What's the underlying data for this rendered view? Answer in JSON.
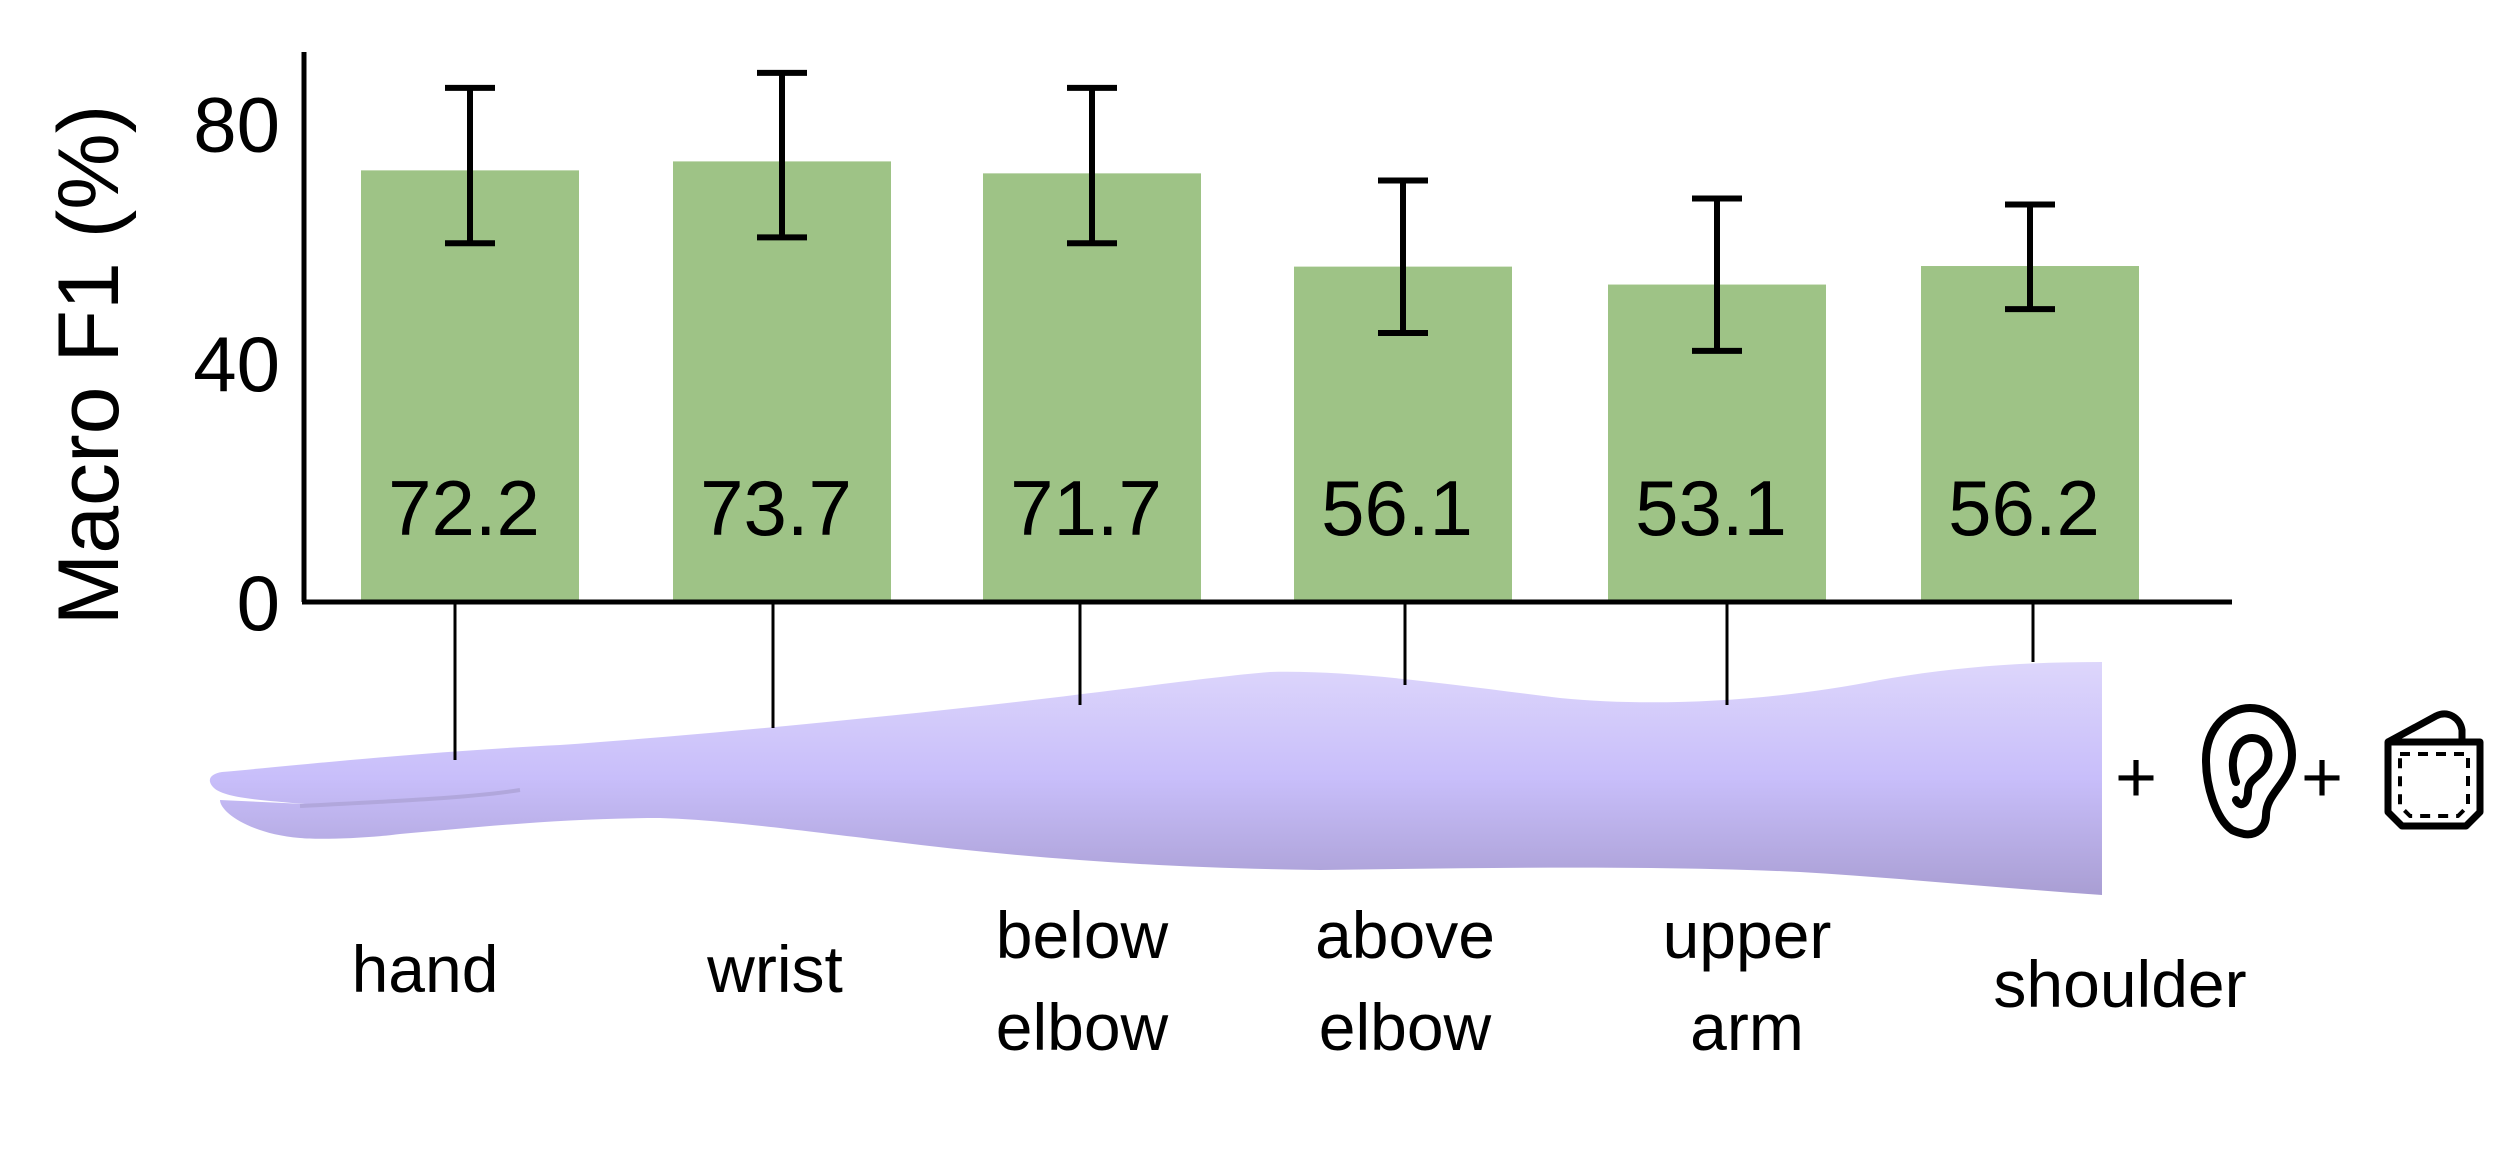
{
  "chart_data": {
    "type": "bar",
    "ylabel": "Macro F1 (%)",
    "xlabel": "",
    "title": "",
    "ylim": [
      0,
      92
    ],
    "yticks": [
      0,
      40,
      80
    ],
    "grid": false,
    "categories": [
      "hand",
      "wrist",
      "below elbow",
      "above elbow",
      "upper arm",
      "shoulder"
    ],
    "category_lines": [
      [
        "hand"
      ],
      [
        "wrist"
      ],
      [
        "below",
        "elbow"
      ],
      [
        "above",
        "elbow"
      ],
      [
        "upper",
        "arm"
      ],
      [
        "shoulder"
      ]
    ],
    "values": [
      72.2,
      73.7,
      71.7,
      56.1,
      53.1,
      56.2
    ],
    "value_labels": [
      "72.2",
      "73.7",
      "71.7",
      "56.1",
      "53.1",
      "56.2"
    ],
    "error_low": [
      60.0,
      61.0,
      60.0,
      45.0,
      42.0,
      49.0
    ],
    "error_high": [
      86.0,
      88.5,
      86.0,
      70.5,
      67.5,
      66.5
    ],
    "bar_color": "#9ec386",
    "arm_color": "#c7bdf3",
    "extra_sensors": [
      {
        "plus": "+",
        "icon": "ear-icon"
      },
      {
        "plus": "+",
        "icon": "pocket-icon"
      }
    ]
  }
}
